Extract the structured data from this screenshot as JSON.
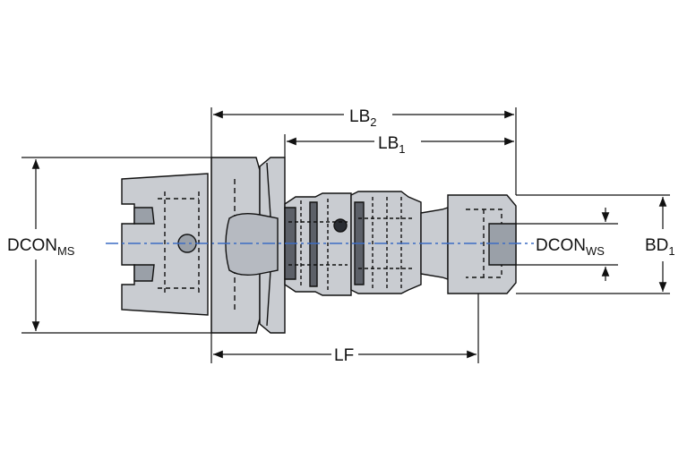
{
  "labels": {
    "lb2": {
      "main": "LB",
      "sub": "2"
    },
    "lb1": {
      "main": "LB",
      "sub": "1"
    },
    "lf": {
      "main": "LF"
    },
    "dcon_ms": {
      "main": "DCON",
      "sub": "MS"
    },
    "dcon_ws": {
      "main": "DCON",
      "sub": "WS"
    },
    "bd1": {
      "main": "BD",
      "sub": "1"
    }
  },
  "colors": {
    "body_fill": "#c9ccd1",
    "body_dark": "#9aa0a8",
    "outline": "#111111",
    "centerline": "#3c6cc4"
  }
}
